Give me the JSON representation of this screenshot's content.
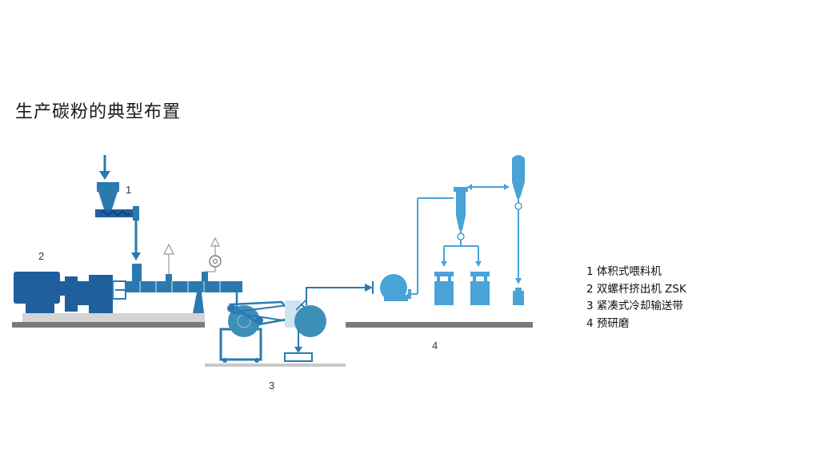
{
  "title": "生产碳粉的典型布置",
  "labels": {
    "n1": "1",
    "n2": "2",
    "n3": "3",
    "n4": "4"
  },
  "legend": [
    "1 体积式喂料机",
    "2 双螺杆挤出机 ZSK",
    "3 紧凑式冷却输送带",
    "4 预研磨"
  ],
  "colors": {
    "dark_blue": "#1f5f9e",
    "mid_blue": "#2a7ab0",
    "light_blue": "#4aa3d6",
    "conveyor_blue": "#3d8fb8",
    "floor_dark": "#7a7a7a",
    "floor_light": "#d4d4d4"
  }
}
